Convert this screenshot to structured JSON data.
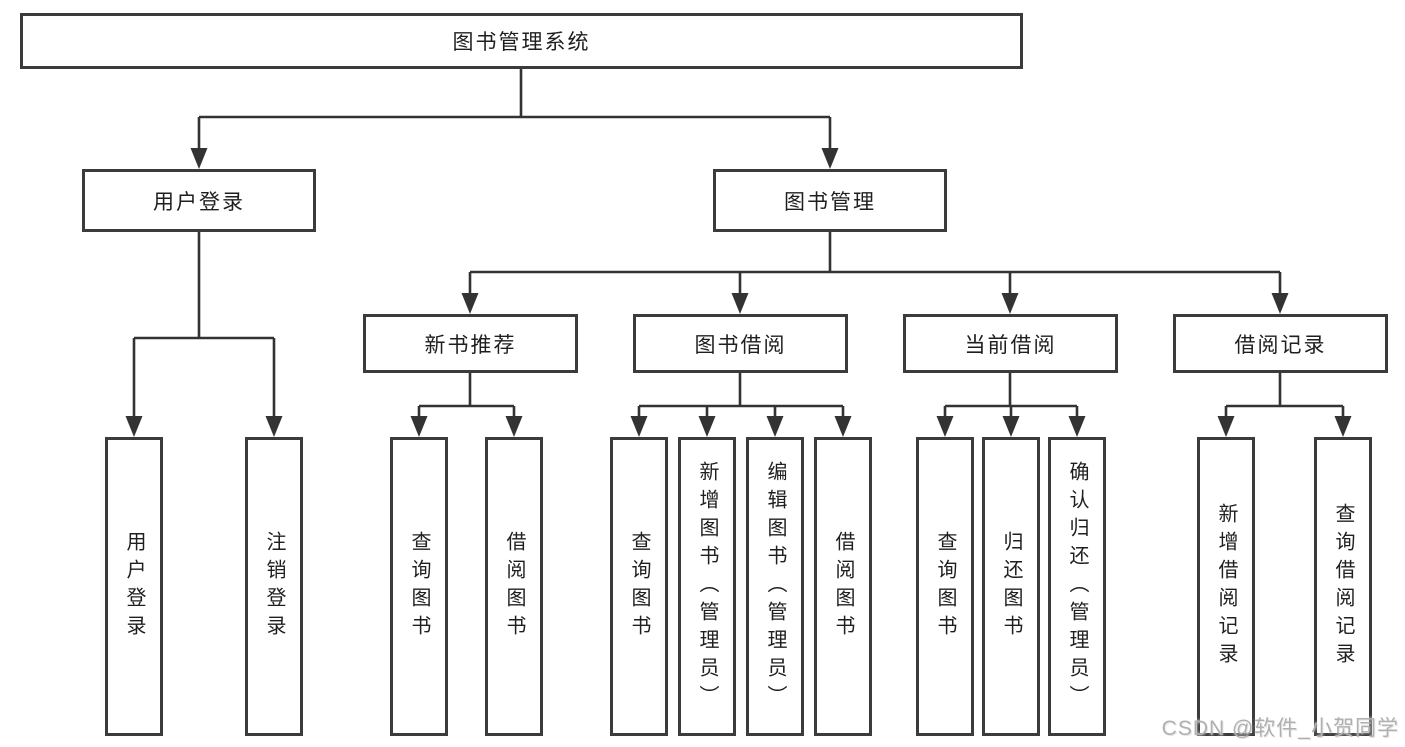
{
  "title": "图书管理系统",
  "user_branch": {
    "label": "用户登录",
    "children": [
      {
        "label": "用户登录"
      },
      {
        "label": "注销登录"
      }
    ]
  },
  "book_branch": {
    "label": "图书管理",
    "sections": [
      {
        "label": "新书推荐",
        "children": [
          {
            "label": "查询图书"
          },
          {
            "label": "借阅图书"
          }
        ]
      },
      {
        "label": "图书借阅",
        "children": [
          {
            "label": "查询图书"
          },
          {
            "label": "新增图书（管理员）"
          },
          {
            "label": "编辑图书（管理员）"
          },
          {
            "label": "借阅图书"
          }
        ]
      },
      {
        "label": "当前借阅",
        "children": [
          {
            "label": "查询图书"
          },
          {
            "label": "归还图书"
          },
          {
            "label": "确认归还（管理员）"
          }
        ]
      },
      {
        "label": "借阅记录",
        "children": [
          {
            "label": "新增借阅记录"
          },
          {
            "label": "查询借阅记录"
          }
        ]
      }
    ]
  },
  "watermark": "CSDN @软件_小贺同学",
  "colors": {
    "line": "#333333",
    "border": "#3b3b3b",
    "text": "#1f1f1f",
    "watermark": "#b0b0b0",
    "background": "#ffffff"
  }
}
